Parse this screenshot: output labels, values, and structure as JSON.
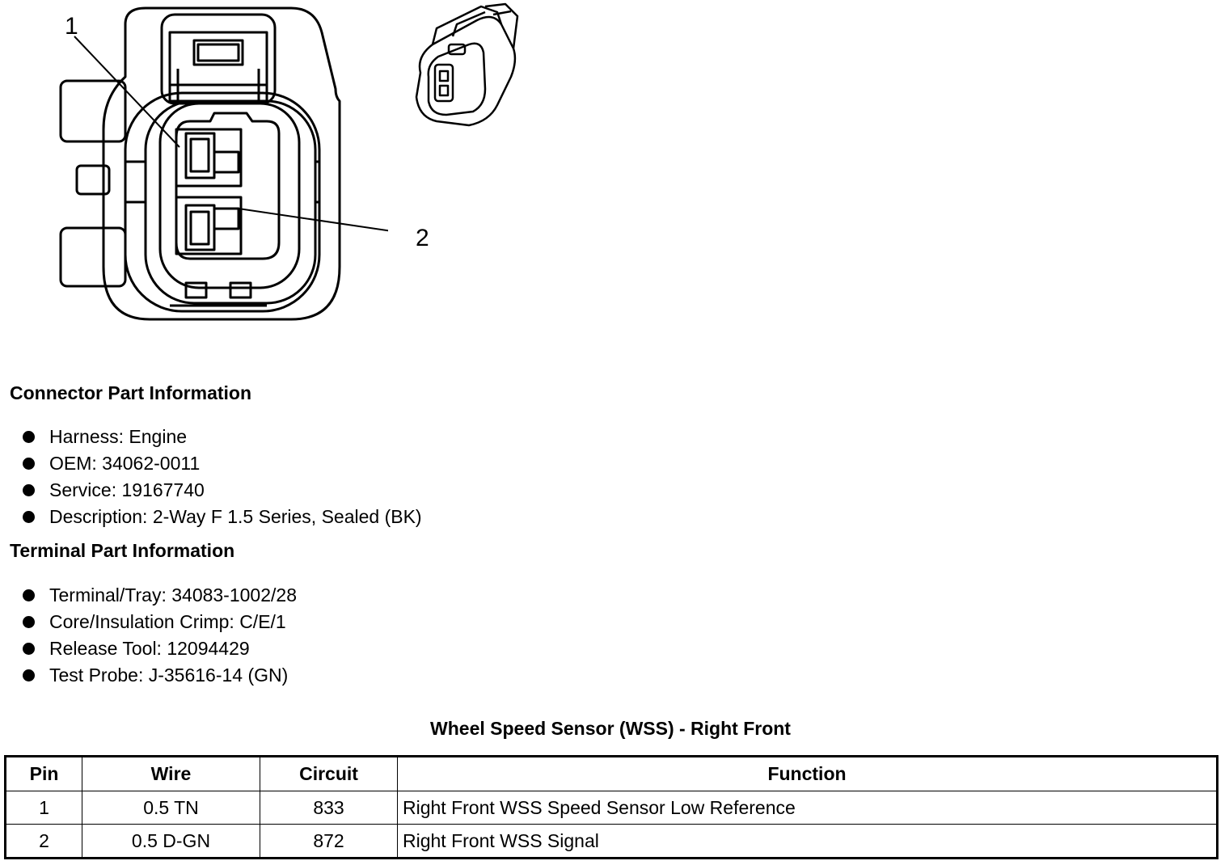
{
  "callouts": [
    "1",
    "2"
  ],
  "connector_section": {
    "heading": "Connector Part Information",
    "items": [
      "Harness: Engine",
      "OEM: 34062-0011",
      "Service: 19167740",
      "Description: 2-Way F 1.5 Series, Sealed (BK)"
    ]
  },
  "terminal_section": {
    "heading": "Terminal Part Information",
    "items": [
      "Terminal/Tray: 34083-1002/28",
      "Core/Insulation Crimp: C/E/1",
      "Release Tool: 12094429",
      "Test Probe: J-35616-14 (GN)"
    ]
  },
  "table": {
    "title": "Wheel Speed Sensor (WSS) - Right Front",
    "headers": [
      "Pin",
      "Wire",
      "Circuit",
      "Function"
    ],
    "rows": [
      [
        "1",
        "0.5 TN",
        "833",
        "Right Front WSS Speed Sensor Low Reference"
      ],
      [
        "2",
        "0.5 D-GN",
        "872",
        "Right Front WSS Signal"
      ]
    ]
  }
}
